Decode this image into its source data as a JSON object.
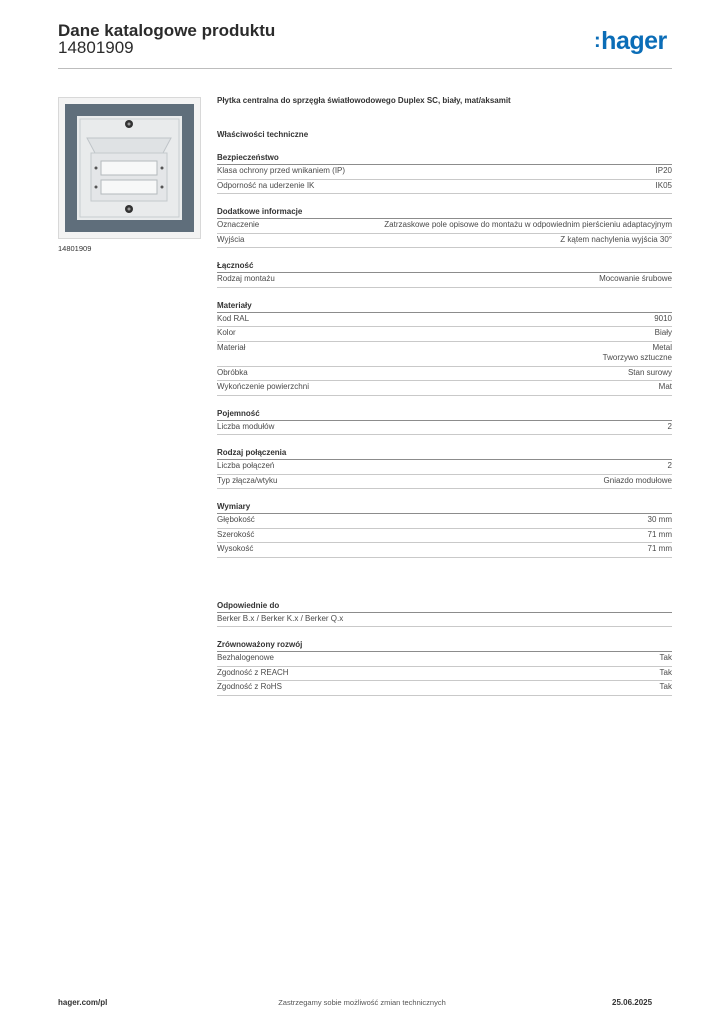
{
  "header": {
    "title": "Dane katalogowe produktu",
    "product_code": "14801909",
    "logo_text": "hager",
    "logo_colon": ":"
  },
  "image": {
    "caption": "14801909"
  },
  "product_name": "Płytka centralna do sprzęgła światłowodowego Duplex SC, biały, mat/aksamit",
  "technical_heading": "Właściwości techniczne",
  "groups": [
    {
      "title": "Bezpieczeństwo",
      "rows": [
        {
          "label": "Klasa ochrony przed wnikaniem (IP)",
          "value": "IP20"
        },
        {
          "label": "Odporność na uderzenie IK",
          "value": "IK05"
        }
      ]
    },
    {
      "title": "Dodatkowe informacje",
      "rows": [
        {
          "label": "Oznaczenie",
          "value": "Zatrzaskowe pole opisowe do montażu w odpowiednim pierścieniu adaptacyjnym"
        },
        {
          "label": "Wyjścia",
          "value": "Z kątem nachylenia wyjścia 30°"
        }
      ]
    },
    {
      "title": "Łączność",
      "rows": [
        {
          "label": "Rodzaj montażu",
          "value": "Mocowanie śrubowe"
        }
      ]
    },
    {
      "title": "Materiały",
      "rows": [
        {
          "label": "Kod RAL",
          "value": "9010"
        },
        {
          "label": "Kolor",
          "value": "Biały"
        },
        {
          "label": "Materiał",
          "value": "Metal\nTworzywo sztuczne"
        },
        {
          "label": "Obróbka",
          "value": "Stan surowy"
        },
        {
          "label": "Wykończenie powierzchni",
          "value": "Mat"
        }
      ]
    },
    {
      "title": "Pojemność",
      "rows": [
        {
          "label": "Liczba modułów",
          "value": "2"
        }
      ]
    },
    {
      "title": "Rodzaj połączenia",
      "rows": [
        {
          "label": "Liczba połączeń",
          "value": "2"
        },
        {
          "label": "Typ złącza/wtyku",
          "value": "Gniazdo modułowe"
        }
      ]
    },
    {
      "title": "Wymiary",
      "rows": [
        {
          "label": "Głębokość",
          "value": "30 mm"
        },
        {
          "label": "Szerokość",
          "value": "71 mm"
        },
        {
          "label": "Wysokość",
          "value": "71 mm"
        }
      ]
    }
  ],
  "extra_groups": [
    {
      "title": "Odpowiednie do",
      "rows": [
        {
          "label": "Berker B.x / Berker K.x / Berker Q.x",
          "value": ""
        }
      ]
    },
    {
      "title": "Zrównoważony rozwój",
      "rows": [
        {
          "label": "Bezhalogenowe",
          "value": "Tak"
        },
        {
          "label": "Zgodność z REACH",
          "value": "Tak"
        },
        {
          "label": "Zgodność z RoHS",
          "value": "Tak"
        }
      ]
    }
  ],
  "footer": {
    "website": "hager.com/pl",
    "disclaimer": "Zastrzegamy sobie możliwość zmian technicznych",
    "date": "25.06.2025"
  },
  "colors": {
    "brand": "#0b6db7",
    "image_background": "#5b6b78"
  }
}
